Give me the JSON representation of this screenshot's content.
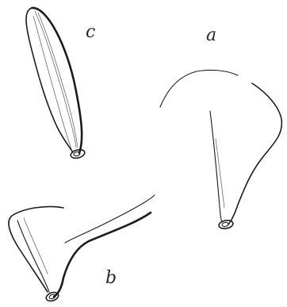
{
  "labels": {
    "a": "a",
    "b": "b",
    "c": "c"
  }
}
